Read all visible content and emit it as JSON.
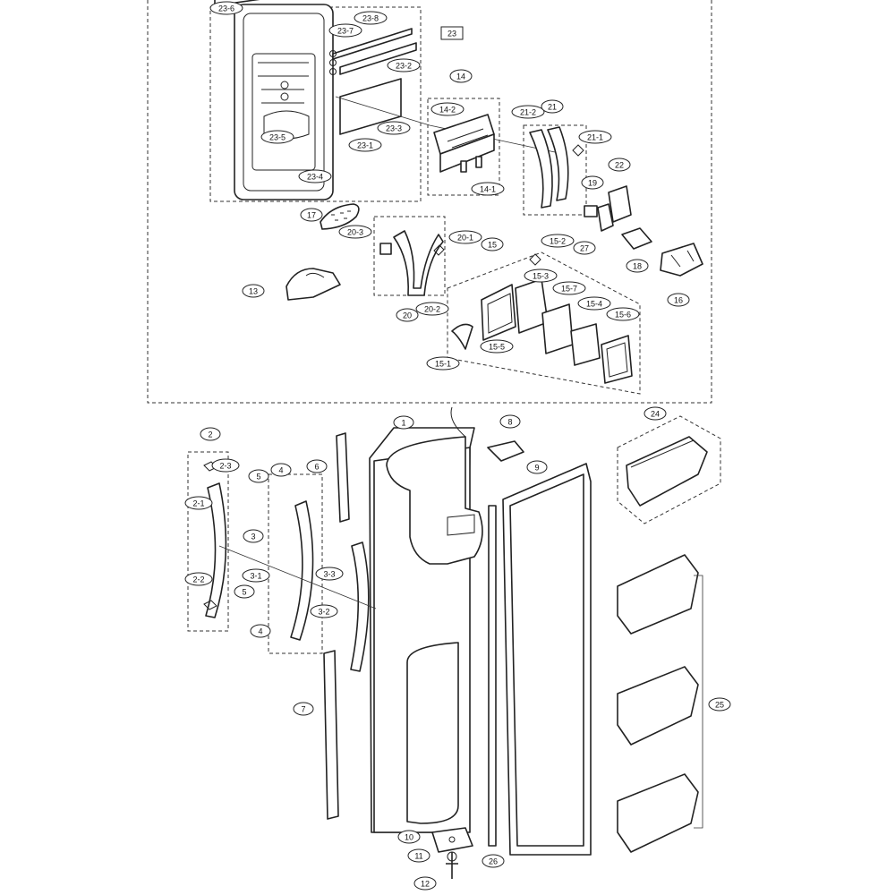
{
  "callouts": [
    {
      "id": "c23-6",
      "text": "23-6"
    },
    {
      "id": "c23-7",
      "text": "23-7"
    },
    {
      "id": "c23-8",
      "text": "23-8"
    },
    {
      "id": "c23",
      "text": "23"
    },
    {
      "id": "c23-2",
      "text": "23-2"
    },
    {
      "id": "c23-5",
      "text": "23-5"
    },
    {
      "id": "c23-3",
      "text": "23-3"
    },
    {
      "id": "c23-1",
      "text": "23-1"
    },
    {
      "id": "c23-4",
      "text": "23-4"
    },
    {
      "id": "c14",
      "text": "14"
    },
    {
      "id": "c14-2",
      "text": "14-2"
    },
    {
      "id": "c14-1",
      "text": "14-1"
    },
    {
      "id": "c21-2",
      "text": "21-2"
    },
    {
      "id": "c21",
      "text": "21"
    },
    {
      "id": "c21-1",
      "text": "21-1"
    },
    {
      "id": "c22",
      "text": "22"
    },
    {
      "id": "c19",
      "text": "19"
    },
    {
      "id": "c27",
      "text": "27"
    },
    {
      "id": "c18",
      "text": "18"
    },
    {
      "id": "c16",
      "text": "16"
    },
    {
      "id": "c17",
      "text": "17"
    },
    {
      "id": "c20-3",
      "text": "20-3"
    },
    {
      "id": "c20-1",
      "text": "20-1"
    },
    {
      "id": "c20",
      "text": "20"
    },
    {
      "id": "c20-2",
      "text": "20-2"
    },
    {
      "id": "c15",
      "text": "15"
    },
    {
      "id": "c15-2",
      "text": "15-2"
    },
    {
      "id": "c15-3",
      "text": "15-3"
    },
    {
      "id": "c15-7",
      "text": "15-7"
    },
    {
      "id": "c15-4",
      "text": "15-4"
    },
    {
      "id": "c15-6",
      "text": "15-6"
    },
    {
      "id": "c15-5",
      "text": "15-5"
    },
    {
      "id": "c15-1",
      "text": "15-1"
    },
    {
      "id": "c13",
      "text": "13"
    },
    {
      "id": "c1",
      "text": "1"
    },
    {
      "id": "c2",
      "text": "2"
    },
    {
      "id": "c2-3",
      "text": "2-3"
    },
    {
      "id": "c2-1",
      "text": "2-1"
    },
    {
      "id": "c2-2",
      "text": "2-2"
    },
    {
      "id": "c3",
      "text": "3"
    },
    {
      "id": "c3-1",
      "text": "3-1"
    },
    {
      "id": "c3-2",
      "text": "3-2"
    },
    {
      "id": "c3-3",
      "text": "3-3"
    },
    {
      "id": "c4a",
      "text": "4"
    },
    {
      "id": "c4b",
      "text": "4"
    },
    {
      "id": "c5a",
      "text": "5"
    },
    {
      "id": "c5b",
      "text": "5"
    },
    {
      "id": "c6",
      "text": "6"
    },
    {
      "id": "c7",
      "text": "7"
    },
    {
      "id": "c8",
      "text": "8"
    },
    {
      "id": "c9",
      "text": "9"
    },
    {
      "id": "c10",
      "text": "10"
    },
    {
      "id": "c11",
      "text": "11"
    },
    {
      "id": "c12",
      "text": "12"
    },
    {
      "id": "c24",
      "text": "24"
    },
    {
      "id": "c25",
      "text": "25"
    },
    {
      "id": "c26",
      "text": "26"
    }
  ]
}
